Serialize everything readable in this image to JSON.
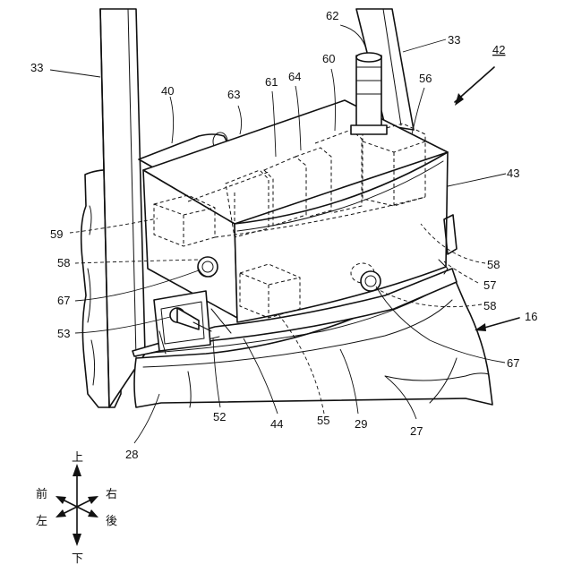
{
  "reference_numerals": {
    "n16": "16",
    "n27": "27",
    "n28": "28",
    "n29": "29",
    "n33_left": "33",
    "n33_right": "33",
    "n40": "40",
    "n42": "42",
    "n43": "43",
    "n44": "44",
    "n52": "52",
    "n53": "53",
    "n55": "55",
    "n56": "56",
    "n57": "57",
    "n58_left": "58",
    "n58_right_upper": "58",
    "n58_right_lower": "58",
    "n59": "59",
    "n60": "60",
    "n61": "61",
    "n62": "62",
    "n63": "63",
    "n64": "64",
    "n67_left": "67",
    "n67_right": "67"
  },
  "direction_indicator": {
    "up": "上",
    "down": "下",
    "front": "前",
    "left": "左",
    "right": "右",
    "rear": "後"
  }
}
